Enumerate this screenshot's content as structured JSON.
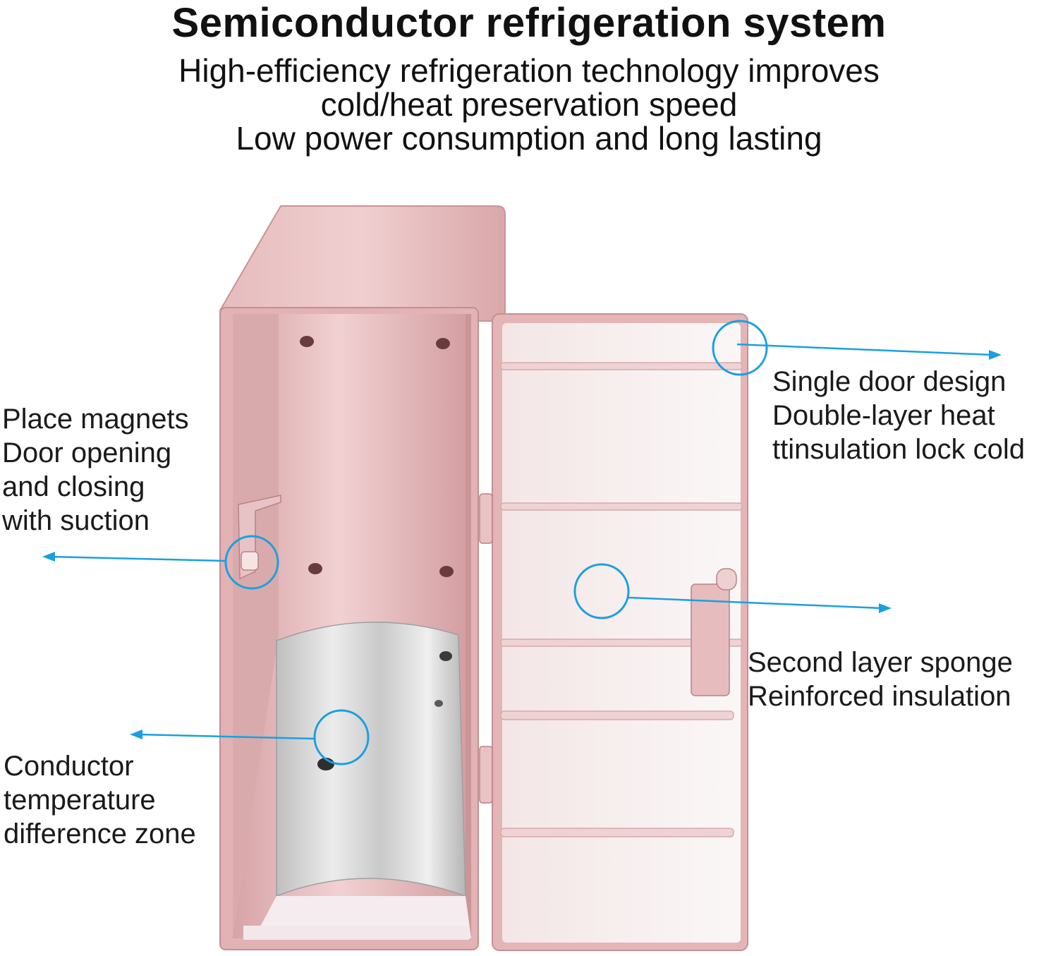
{
  "header": {
    "title": "Semiconductor refrigeration system",
    "subtitle_lines": [
      "High-efficiency refrigeration technology improves",
      "cold/heat preservation speed",
      "Low power consumption and long lasting"
    ]
  },
  "callouts": {
    "magnets": {
      "lines": [
        "Place magnets",
        "Door opening",
        "and closing",
        "with suction"
      ]
    },
    "conductor": {
      "lines": [
        "Conductor",
        "temperature",
        "difference zone"
      ]
    },
    "door": {
      "lines": [
        "Single door design",
        "Double-layer heat",
        "ttinsulation lock cold"
      ]
    },
    "sponge": {
      "lines": [
        "Second layer sponge",
        "Reinforced insulation"
      ]
    }
  },
  "colors": {
    "accent_blue": "#1aa0e0",
    "body_pink": "#e3b6b8",
    "body_pink_dark": "#cf9a9c",
    "door_panel": "#f8f1f1",
    "metal": "#d8d8d8"
  }
}
